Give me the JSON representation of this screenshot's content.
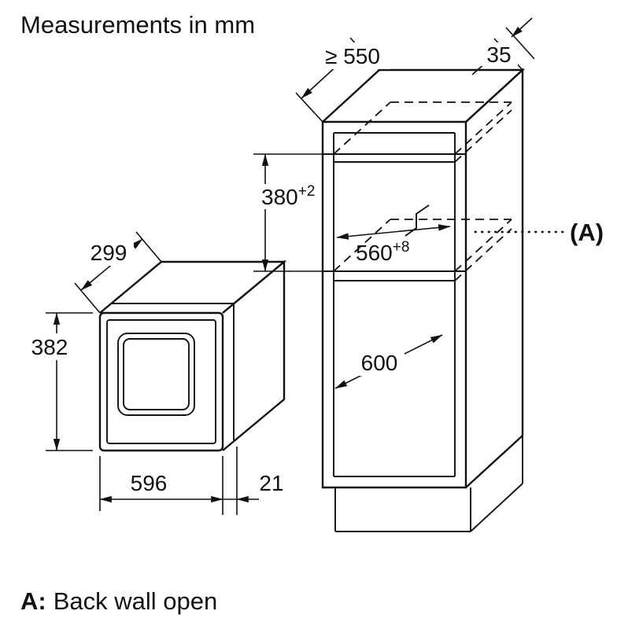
{
  "title": "Measurements in mm",
  "units": "mm",
  "legend": {
    "key": "A:",
    "text": "Back wall open"
  },
  "colors": {
    "line": "#111111",
    "background": "#ffffff"
  },
  "diagram": {
    "cabinet": {
      "niche_depth": "≥ 550",
      "rear_top_clearance": "35",
      "niche_height": "380",
      "niche_height_tolerance": "+2",
      "niche_width": "560",
      "niche_width_tolerance": "+8",
      "depth": "600",
      "back_wall_marker": "(A)"
    },
    "appliance": {
      "depth": "299",
      "height": "382",
      "width": "596",
      "door_protrusion": "21"
    }
  }
}
